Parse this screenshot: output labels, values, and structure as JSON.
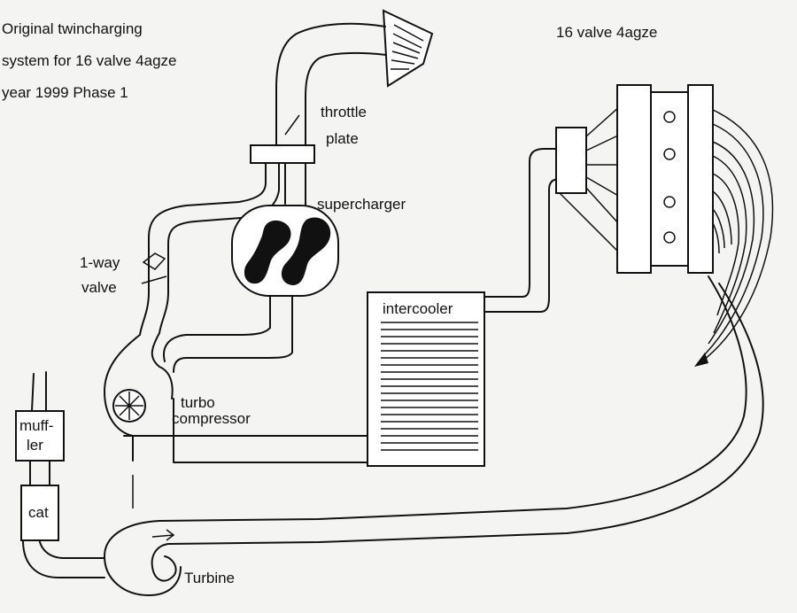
{
  "title": {
    "line1": "Original twincharging",
    "line2": "system for 16 valve 4agze",
    "line3": "year 1999  Phase 1"
  },
  "engine_title": "16 valve 4agze",
  "labels": {
    "throttle_line1": "throttle",
    "throttle_line2": "plate",
    "supercharger": "supercharger",
    "oneway_line1": "1-way",
    "oneway_line2": "valve",
    "intercooler": "intercooler",
    "turbo_line1": "turbo",
    "turbo_line2": "compressor",
    "muffler_line1": "muff-",
    "muffler_line2": "ler",
    "cat": "cat",
    "turbine": "Turbine"
  }
}
